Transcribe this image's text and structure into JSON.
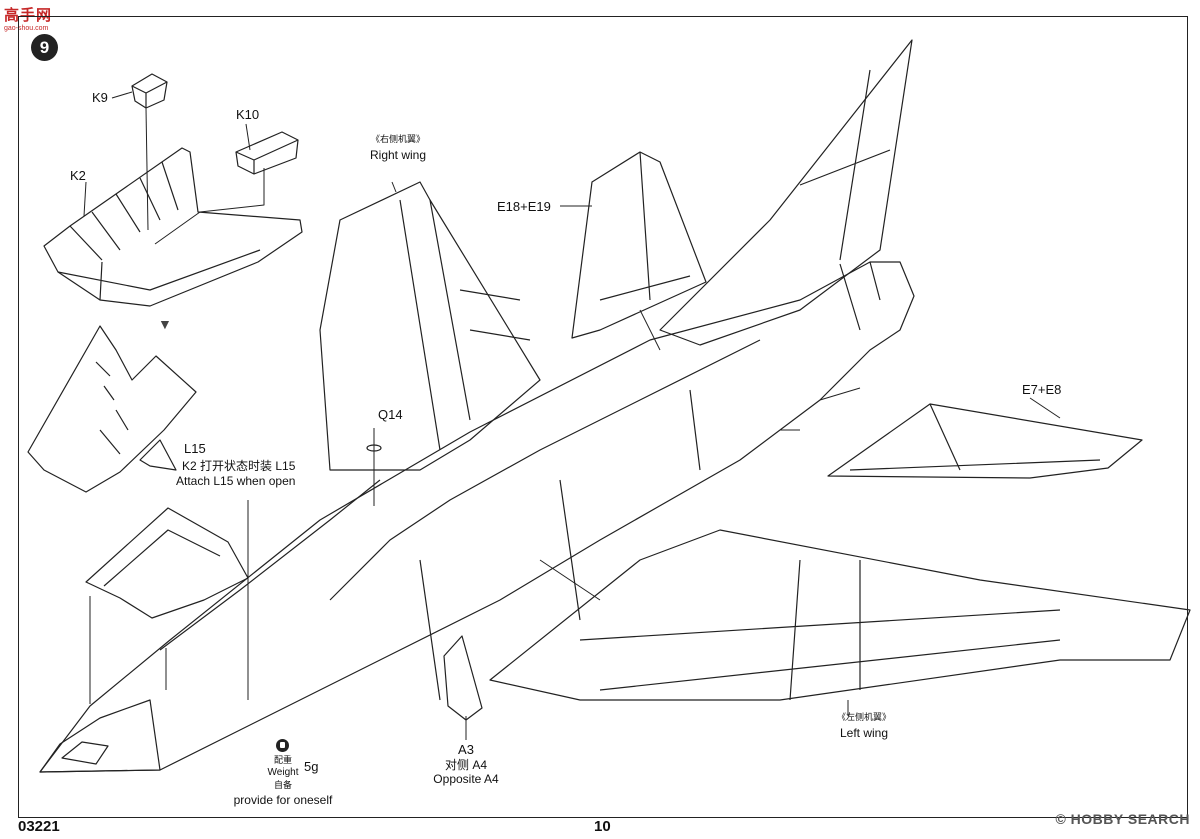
{
  "watermark": {
    "main": "高手网",
    "sub": "gao-shou.com"
  },
  "step": {
    "number": "9"
  },
  "parts": {
    "k9": "K9",
    "k10": "K10",
    "k2": "K2",
    "l15": "L15",
    "q14": "Q14",
    "e18_e19": "E18+E19",
    "e7_e8": "E7+E8",
    "a3": "A3"
  },
  "notes": {
    "k2_open_cn": "K2 打开状态时装  L15",
    "k2_open_en": "Attach L15 when open",
    "right_wing_cn": "《右侧机翼》",
    "right_wing_en": "Right wing",
    "left_wing_cn": "《左侧机翼》",
    "left_wing_en": "Left wing",
    "opposite_cn": "对侧  A4",
    "opposite_en": "Opposite A4",
    "weight_cn": "配重",
    "weight_en": "Weight",
    "weight_value": "5g",
    "self_cn": "自备",
    "self_en": "provide for oneself"
  },
  "footer": {
    "code": "03221",
    "page": "10",
    "brand": "© HOBBY SEARCH"
  },
  "icons": [
    "step-badge",
    "weight-icon",
    "down-arrow-icon"
  ]
}
